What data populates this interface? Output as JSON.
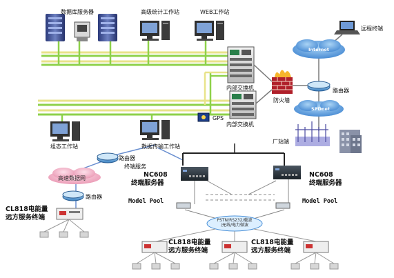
{
  "labels": {
    "db_server": "数据库服务器",
    "stats_ws": "高级统计工作站",
    "web_ws": "WEB工作站",
    "remote_terminal": "远程终端",
    "internet": "Internet",
    "router_right": "路由器",
    "internal_switch_top": "内部交换机",
    "firewall": "防火墙",
    "spdnet": "SPDnet",
    "gps": "GPS",
    "internal_switch_bottom": "内部交换机",
    "plant": "厂站端",
    "config_ws": "组态工作站",
    "data_ws": "数据传输工作站",
    "router_mid": "路由器",
    "terminal_service": "终端服务",
    "highspeed_net": "高速数据网",
    "router_left": "路由器",
    "cl818_left_line1": "CL818电能量",
    "cl818_left_line2": "远方服务终端",
    "nc608_left_line1": "NC608",
    "nc608_left_line2": "终端服务器",
    "nc608_right_line1": "NC608",
    "nc608_right_line2": "终端服务器",
    "modem_pool_left": "Model Pool",
    "modem_pool_right": "Model Pool",
    "pstn_line1": "PSTN/RS232/载波",
    "pstn_line2": "/无线/电力微波",
    "cl818_mid_line1": "CL818电能量",
    "cl818_mid_line2": "远方服务终端",
    "cl818_right_line1": "CL818电能量",
    "cl818_right_line2": "远方服务终端"
  },
  "colors": {
    "bus_green": "#8ed14a",
    "bus_yellow": "#e8e38a",
    "link_blue": "#6a8fd0",
    "cloud_blue": "#4a90d8",
    "cloud_pink": "#f4b6c8",
    "firewall_red": "#b0202a"
  }
}
